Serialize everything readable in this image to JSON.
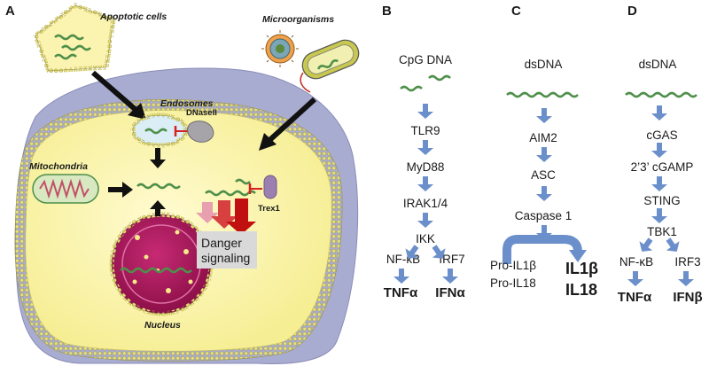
{
  "panels": {
    "A": {
      "letter": "A",
      "labels": {
        "apoptotic": "Apoptotic cells",
        "microorganisms": "Microorganisms",
        "endosomes": "Endosomes",
        "dnase": "DNaseII",
        "mitochondria": "Mitochondria",
        "trex1": "Trex1",
        "danger_line1": "Danger",
        "danger_line2": "signaling",
        "nucleus": "Nucleus"
      }
    },
    "B": {
      "letter": "B",
      "steps": [
        "CpG DNA",
        "TLR9",
        "MyD88",
        "IRAK1/4",
        "IKK"
      ],
      "branches": [
        "NF-κB",
        "IRF7"
      ],
      "outputs": [
        "TNFα",
        "IFNα"
      ]
    },
    "C": {
      "letter": "C",
      "steps": [
        "dsDNA",
        "AIM2",
        "ASC",
        "Caspase 1"
      ],
      "precursors": [
        "Pro-IL1β",
        "Pro-IL18"
      ],
      "outputs": [
        "IL1β",
        "IL18"
      ]
    },
    "D": {
      "letter": "D",
      "steps": [
        "dsDNA",
        "cGAS",
        "2’3’ cGAMP",
        "STING",
        "TBK1"
      ],
      "branches": [
        "NF-κB",
        "IRF3"
      ],
      "outputs": [
        "TNFα",
        "IFNβ"
      ]
    }
  },
  "colors": {
    "arrow_blue": "#6b8fca",
    "dna_green": "#4e8f4a",
    "cell_yellow": "#fbf6b0",
    "outer_purple": "#a9acd1",
    "nucleus_magenta": "#b0175f",
    "danger_box": "#d9d9d9",
    "inhibit_red": "#d42020"
  }
}
